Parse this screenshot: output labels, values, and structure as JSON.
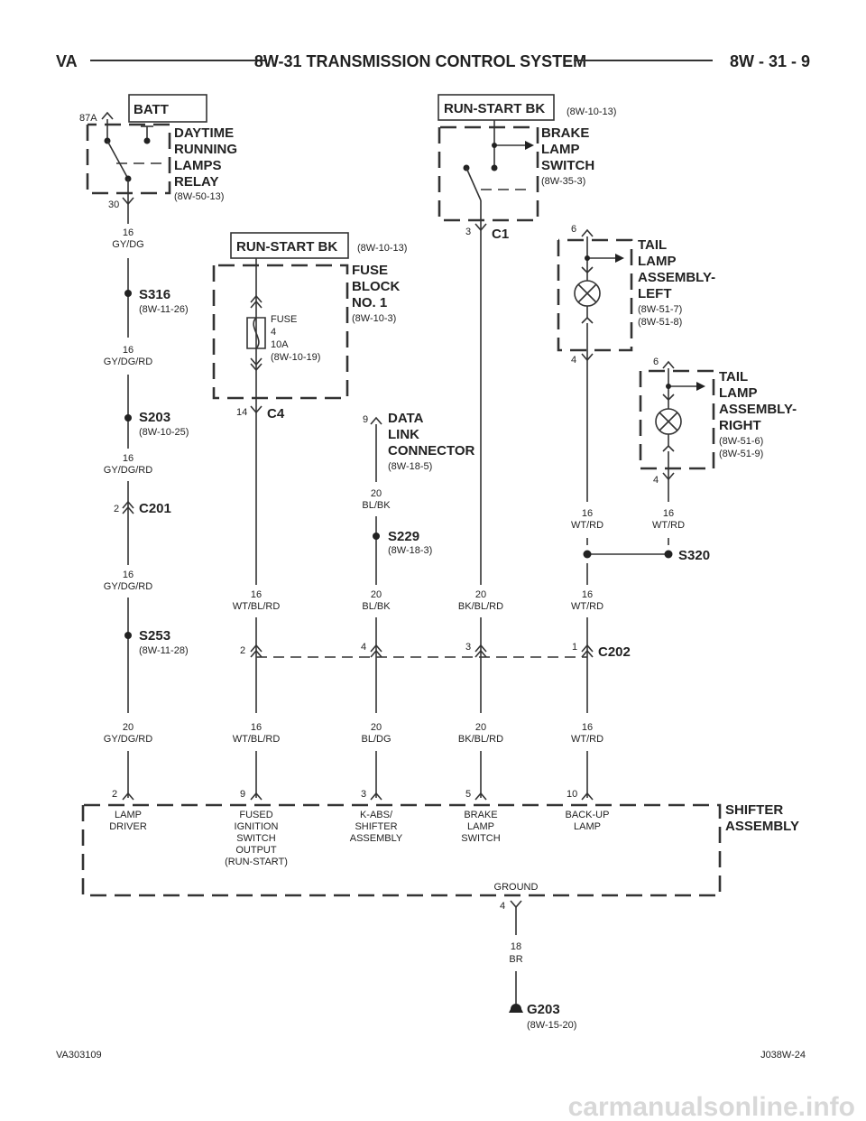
{
  "header": {
    "left": "VA",
    "title": "8W-31 TRANSMISSION CONTROL SYSTEM",
    "right": "8W - 31 - 9"
  },
  "footer": {
    "left": "VA303109",
    "right": "J038W-24"
  },
  "watermark": "carmanualsonline.info",
  "power_sources": {
    "batt": "BATT",
    "rsbk_top": "RUN-START BK",
    "rsbk_top_ref": "(8W-10-13)",
    "rsbk_fuse": "RUN-START BK",
    "rsbk_fuse_ref": "(8W-10-13)"
  },
  "drl_relay": {
    "pin_top": "87A",
    "pin_bottom": "30",
    "name": [
      "DAYTIME",
      "RUNNING",
      "LAMPS",
      "RELAY"
    ],
    "ref": "(8W-50-13)"
  },
  "brake_switch": {
    "name": [
      "BRAKE",
      "LAMP",
      "SWITCH"
    ],
    "ref": "(8W-35-3)",
    "pin": "3",
    "connector": "C1"
  },
  "fuse_block": {
    "name": [
      "FUSE",
      "BLOCK",
      "NO. 1"
    ],
    "ref": "(8W-10-3)",
    "fuse_lines": [
      "FUSE",
      "4",
      "10A",
      "(8W-10-19)"
    ],
    "pin": "14",
    "connector": "C4"
  },
  "tail_left": {
    "name": [
      "TAIL",
      "LAMP",
      "ASSEMBLY-",
      "LEFT"
    ],
    "refs": [
      "(8W-51-7)",
      "(8W-51-8)"
    ],
    "pin_top": "6",
    "pin_bottom": "4"
  },
  "tail_right": {
    "name": [
      "TAIL",
      "LAMP",
      "ASSEMBLY-",
      "RIGHT"
    ],
    "refs": [
      "(8W-51-6)",
      "(8W-51-9)"
    ],
    "pin_top": "6",
    "pin_bottom": "4"
  },
  "dlc": {
    "name": [
      "DATA",
      "LINK",
      "CONNECTOR"
    ],
    "ref": "(8W-18-5)",
    "pin": "9"
  },
  "splices": {
    "s316": {
      "name": "S316",
      "ref": "(8W-11-26)"
    },
    "s203": {
      "name": "S203",
      "ref": "(8W-10-25)"
    },
    "s253": {
      "name": "S253",
      "ref": "(8W-11-28)"
    },
    "s229": {
      "name": "S229",
      "ref": "(8W-18-3)"
    },
    "s320": {
      "name": "S320"
    }
  },
  "c201": {
    "name": "C201",
    "pin": "2"
  },
  "c202": {
    "name": "C202",
    "pins": [
      "2",
      "4",
      "3",
      "1"
    ]
  },
  "wires": {
    "w1": [
      "16",
      "GY/DG"
    ],
    "w2": [
      "16",
      "GY/DG/RD"
    ],
    "w3": [
      "16",
      "GY/DG/RD"
    ],
    "w4": [
      "16",
      "GY/DG/RD"
    ],
    "w5": [
      "20",
      "GY/DG/RD"
    ],
    "w6": [
      "16",
      "WT/BL/RD"
    ],
    "w7": [
      "16",
      "WT/BL/RD"
    ],
    "w8": [
      "20",
      "BL/BK"
    ],
    "w9": [
      "20",
      "BL/BK"
    ],
    "w10": [
      "20",
      "BL/DG"
    ],
    "w11": [
      "20",
      "BK/BL/RD"
    ],
    "w12": [
      "20",
      "BK/BL/RD"
    ],
    "w13": [
      "16",
      "WT/RD"
    ],
    "w14": [
      "16",
      "WT/RD"
    ],
    "w15": [
      "16",
      "WT/RD"
    ],
    "w16": [
      "16",
      "WT/RD"
    ],
    "w17": [
      "18",
      "BR"
    ]
  },
  "shifter": {
    "name": [
      "SHIFTER",
      "ASSEMBLY"
    ],
    "pins": [
      "2",
      "9",
      "3",
      "5",
      "10"
    ],
    "inputs": [
      [
        "LAMP",
        "DRIVER"
      ],
      [
        "FUSED",
        "IGNITION",
        "SWITCH",
        "OUTPUT",
        "(RUN-START)"
      ],
      [
        "K-ABS/",
        "SHIFTER",
        "ASSEMBLY"
      ],
      [
        "BRAKE",
        "LAMP",
        "SWITCH"
      ],
      [
        "BACK-UP",
        "LAMP"
      ]
    ],
    "ground_label": "GROUND",
    "ground_pin": "4"
  },
  "ground": {
    "name": "G203",
    "ref": "(8W-15-20)"
  }
}
